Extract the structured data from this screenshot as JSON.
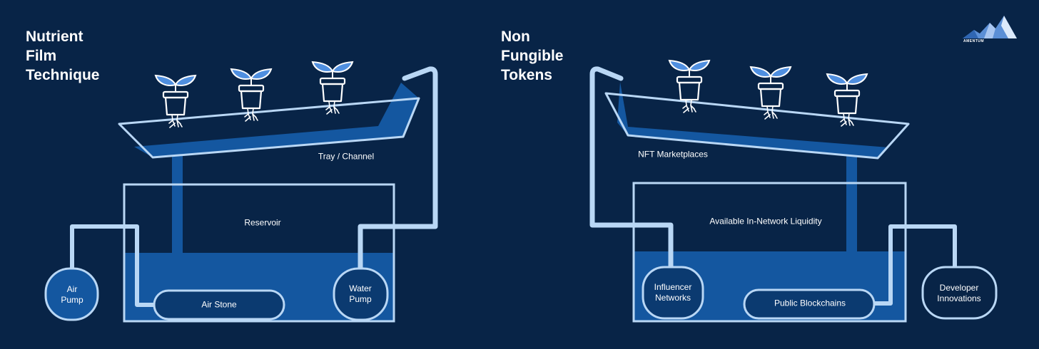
{
  "left": {
    "title": [
      "Nutrient",
      "Film",
      "Technique"
    ],
    "labels": {
      "tray": "Tray / Channel",
      "reservoir": "Reservoir",
      "air_pump": [
        "Air",
        "Pump"
      ],
      "air_stone": "Air Stone",
      "water_pump": [
        "Water",
        "Pump"
      ]
    }
  },
  "right": {
    "title": [
      "Non",
      "Fungible",
      "Tokens"
    ],
    "labels": {
      "tray": "NFT Marketplaces",
      "reservoir": "Available In-Network Liquidity",
      "influencer": [
        "Influencer",
        "Networks"
      ],
      "blockchains": "Public Blockchains",
      "developer": [
        "Developer",
        "Innovations"
      ]
    }
  },
  "logo": {
    "text": "AMENTUM"
  },
  "colors": {
    "background": "#082447",
    "line": "#b9d7f5",
    "water": "#1457a0",
    "water_dark": "#0e4a8c",
    "leaf": "#4f8fe0"
  }
}
